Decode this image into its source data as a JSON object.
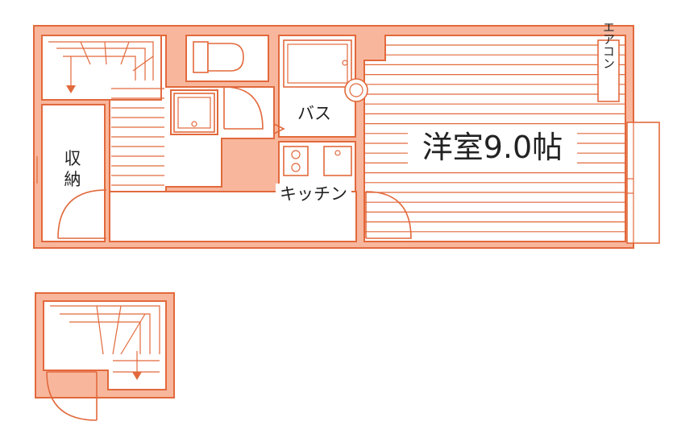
{
  "colors": {
    "wall": "#f8b79d",
    "outline": "#e2693c",
    "text": "#222222"
  },
  "labels": {
    "western_room": "洋室9.0帖",
    "bath": "バス",
    "kitchen": "キッチン",
    "storage_line1": "収",
    "storage_line2": "納",
    "aircon": "エアコン"
  },
  "arrow": "▼"
}
